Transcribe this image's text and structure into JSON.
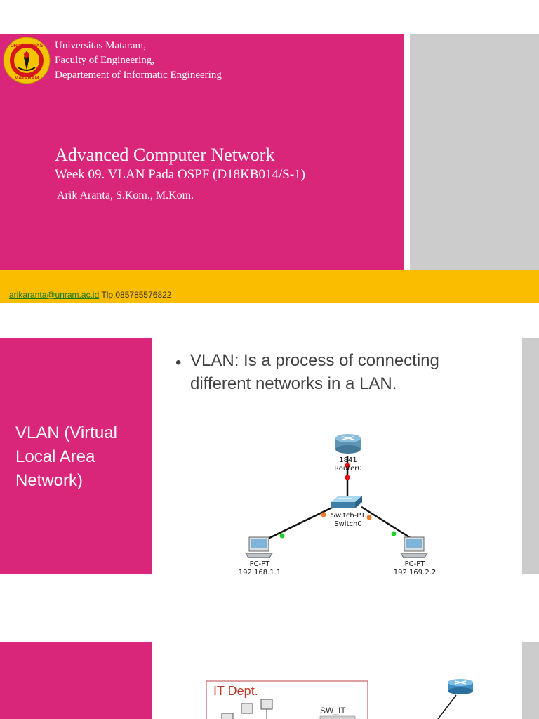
{
  "slide1": {
    "university_lines": [
      "Universitas Mataram,",
      "Faculty of Engineering,",
      "Departement of Informatic Engineering"
    ],
    "title": "Advanced Computer Network",
    "week": "Week 09. VLAN Pada OSPF (D18KB014/S-1)",
    "author": "Arik Aranta, S.Kom., M.Kom.",
    "email": "arikaranta@unram.ac.id",
    "phone": "Tlp.085785576822",
    "logo": {
      "top_text": "UNIVERSITAS",
      "bottom_text": "MATARAM",
      "icon": "university-seal-icon"
    },
    "colors": {
      "magenta": "#d9267b",
      "yellow": "#fbbd00",
      "gray": "#cccccc"
    }
  },
  "slide2": {
    "title": "VLAN (Virtual Local Area Network)",
    "bullet": "VLAN: Is a process of connecting different networks in a LAN.",
    "diagram": {
      "router_label_1": "1841",
      "router_label_2": "Router0",
      "switch_label_1": "Switch-PT",
      "switch_label_2": "Switch0",
      "pc_left_label": "PC-PT",
      "pc_left_ip": "192.168.1.1",
      "pc_right_label": "PC-PT",
      "pc_right_ip": "192.169.2.2"
    }
  },
  "slide3": {
    "diagram": {
      "dept_label": "IT Dept.",
      "switch_label": "SW_IT"
    }
  }
}
